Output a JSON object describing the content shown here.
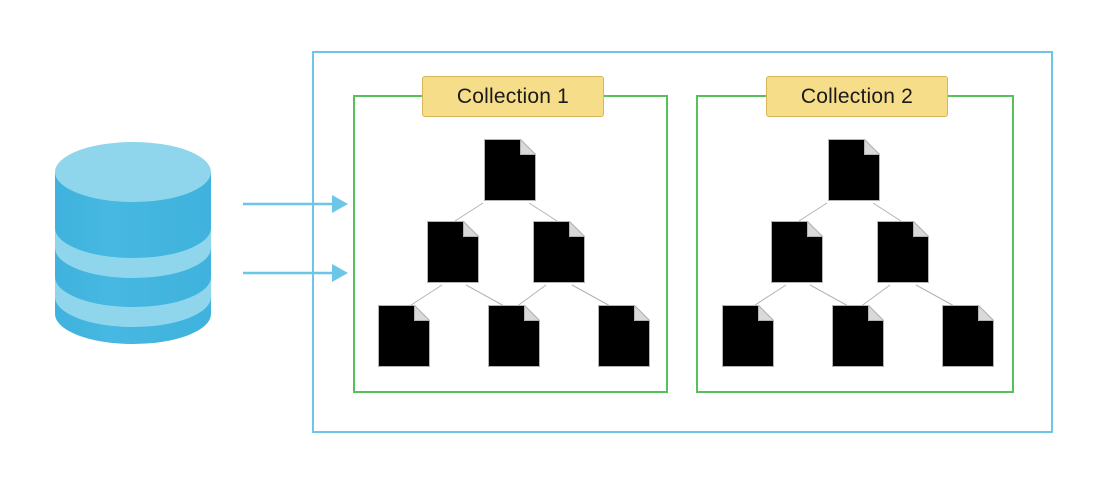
{
  "diagram": {
    "title": "Database to collections document tree diagram",
    "colors": {
      "outer_container_border": "#6CC6E8",
      "collection_border": "#58C05A",
      "label_fill": "#F6DD89",
      "label_stroke": "#D6B656",
      "arrow": "#6CC6E8",
      "cylinder_body": "#43B5DF",
      "cylinder_top": "#8FD6EC",
      "cylinder_band": "#8FD6EC",
      "doc_root_fill": "#FFFFFF",
      "doc_mid_fill": "#E6E6E6",
      "doc_leaf_fill": "#B3B3B3",
      "doc_stroke": "#B3B3B3",
      "connector_stroke": "#B3B3B3"
    },
    "database": {
      "name": "database-cylinder",
      "icon": "database-cylinder-icon",
      "label": ""
    },
    "arrows": [
      {
        "name": "arrow-to-collections-1",
        "icon": "arrow-right-icon"
      },
      {
        "name": "arrow-to-collections-2",
        "icon": "arrow-right-icon"
      }
    ],
    "outer_container": {
      "name": "collections-container",
      "label": ""
    },
    "collections": [
      {
        "id": "collection-1",
        "label": "Collection 1",
        "tree": {
          "root": {
            "id": "doc-root",
            "icon": "document-icon",
            "shade": "white"
          },
          "level2": [
            {
              "id": "doc-2a",
              "icon": "document-icon",
              "shade": "light-gray"
            },
            {
              "id": "doc-2b",
              "icon": "document-icon",
              "shade": "light-gray"
            }
          ],
          "level3": [
            {
              "id": "doc-3a",
              "icon": "document-icon",
              "shade": "gray"
            },
            {
              "id": "doc-3b",
              "icon": "document-icon",
              "shade": "gray"
            },
            {
              "id": "doc-3c",
              "icon": "document-icon",
              "shade": "gray"
            }
          ]
        }
      },
      {
        "id": "collection-2",
        "label": "Collection 2",
        "tree": {
          "root": {
            "id": "doc-root",
            "icon": "document-icon",
            "shade": "white"
          },
          "level2": [
            {
              "id": "doc-2a",
              "icon": "document-icon",
              "shade": "light-gray"
            },
            {
              "id": "doc-2b",
              "icon": "document-icon",
              "shade": "light-gray"
            }
          ],
          "level3": [
            {
              "id": "doc-3a",
              "icon": "document-icon",
              "shade": "gray"
            },
            {
              "id": "doc-3b",
              "icon": "document-icon",
              "shade": "gray"
            },
            {
              "id": "doc-3c",
              "icon": "document-icon",
              "shade": "gray"
            }
          ]
        }
      }
    ]
  }
}
